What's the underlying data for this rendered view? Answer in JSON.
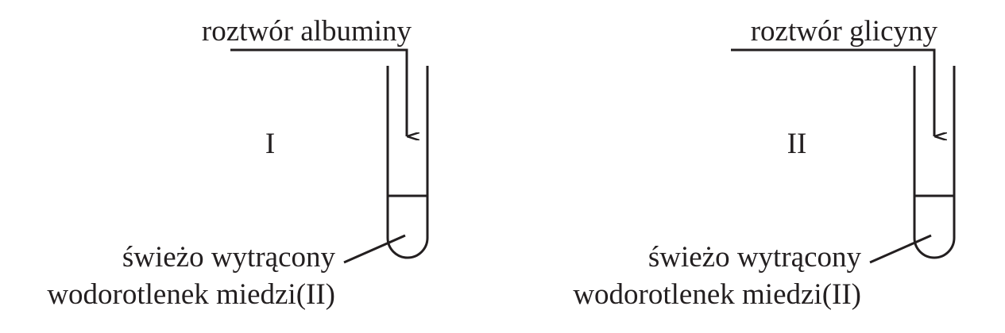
{
  "experiments": [
    {
      "numeral": "I",
      "reagent_label": "roztwór albuminy",
      "precipitate_line1": "świeżo wytrącony",
      "precipitate_line2": "wodorotlenek miedzi(II)"
    },
    {
      "numeral": "II",
      "reagent_label": "roztwór glicyny",
      "precipitate_line1": "świeżo wytrącony",
      "precipitate_line2": "wodorotlenek miedzi(II)"
    }
  ],
  "colors": {
    "ink": "#231f20",
    "background": "#ffffff"
  }
}
